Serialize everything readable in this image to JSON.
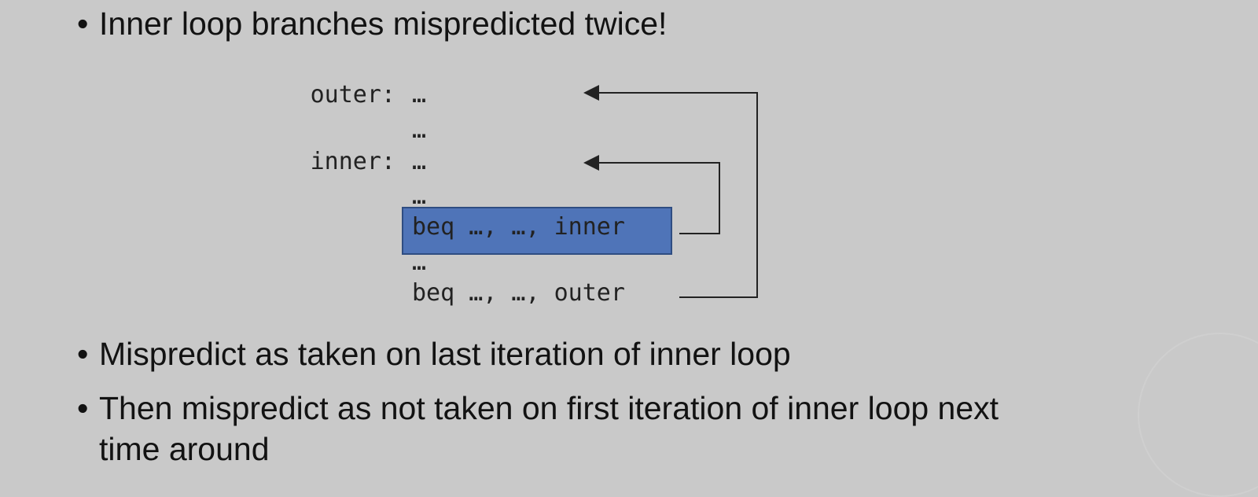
{
  "bullets": {
    "first": "Inner loop branches mispredicted twice!",
    "second": "Mispredict as taken on last iteration of inner loop",
    "third_line_1": "Then mispredict as not taken on first iteration of inner loop next",
    "third_line_2": "time around"
  },
  "code": {
    "outer_label": "outer:",
    "outer_line": "…",
    "line_2": "…",
    "inner_label": "inner:",
    "inner_line": "…",
    "line_4": "…",
    "beq_inner": "beq …, …, inner",
    "line_6": "…",
    "beq_outer": "beq …, …, outer"
  },
  "colors": {
    "background": "#c9c9c9",
    "highlight": "#4f74b8",
    "text": "#121212"
  }
}
